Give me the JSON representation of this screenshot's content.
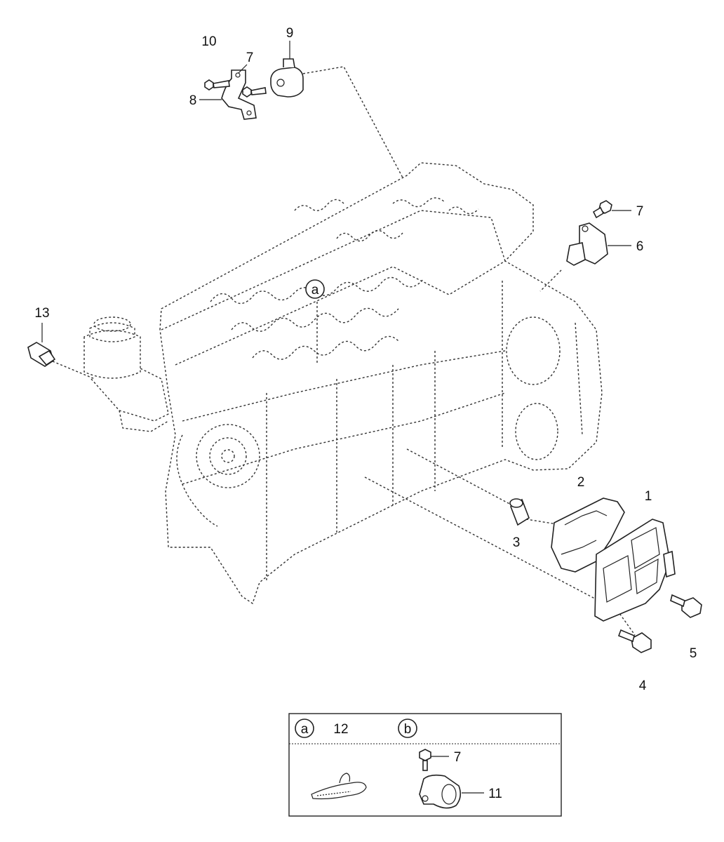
{
  "callouts": {
    "c1": "1",
    "c2": "2",
    "c3": "3",
    "c4": "4",
    "c5": "5",
    "c6": "6",
    "c7_top": "7",
    "c7_right": "7",
    "c8": "8",
    "c9": "9",
    "c10": "10",
    "c13": "13"
  },
  "marker_a": "a",
  "legend": {
    "a_marker": "a",
    "a_part": "12",
    "b_marker": "b",
    "b_bolt": "7",
    "b_sensor": "11"
  }
}
